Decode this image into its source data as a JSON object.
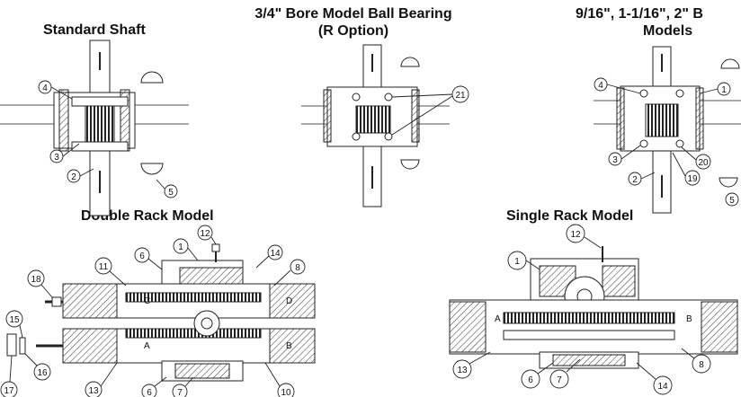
{
  "titles": {
    "standard_shaft": "Standard Shaft",
    "ball_bearing_line1": "3/4\" Bore Model Ball Bearing",
    "ball_bearing_line2": "(R Option)",
    "models_line1": "9/16\", 1-1/16\", 2\" B",
    "models_line2": "Models",
    "double_rack": "Double Rack Model",
    "single_rack": "Single Rack Model"
  },
  "callouts": {
    "std_4": "4",
    "std_3": "3",
    "std_2": "2",
    "std_5": "5",
    "bb_21": "21",
    "mod_4": "4",
    "mod_1": "1",
    "mod_3": "3",
    "mod_2": "2",
    "mod_20": "20",
    "mod_19": "19",
    "mod_5": "5",
    "dr_12": "12",
    "dr_1": "1",
    "dr_6": "6",
    "dr_11": "11",
    "dr_14": "14",
    "dr_8": "8",
    "dr_18": "18",
    "dr_15": "15",
    "dr_16": "16",
    "dr_17": "17",
    "dr_13": "13",
    "dr_6b": "6",
    "dr_7": "7",
    "dr_10": "10",
    "sr_12": "12",
    "sr_1": "1",
    "sr_13": "13",
    "sr_6": "6",
    "sr_7": "7",
    "sr_14": "14",
    "sr_8": "8"
  },
  "section_letters": {
    "dr_c": "C",
    "dr_d": "D",
    "dr_a": "A",
    "dr_b": "B",
    "sr_a": "A",
    "sr_b": "B"
  }
}
